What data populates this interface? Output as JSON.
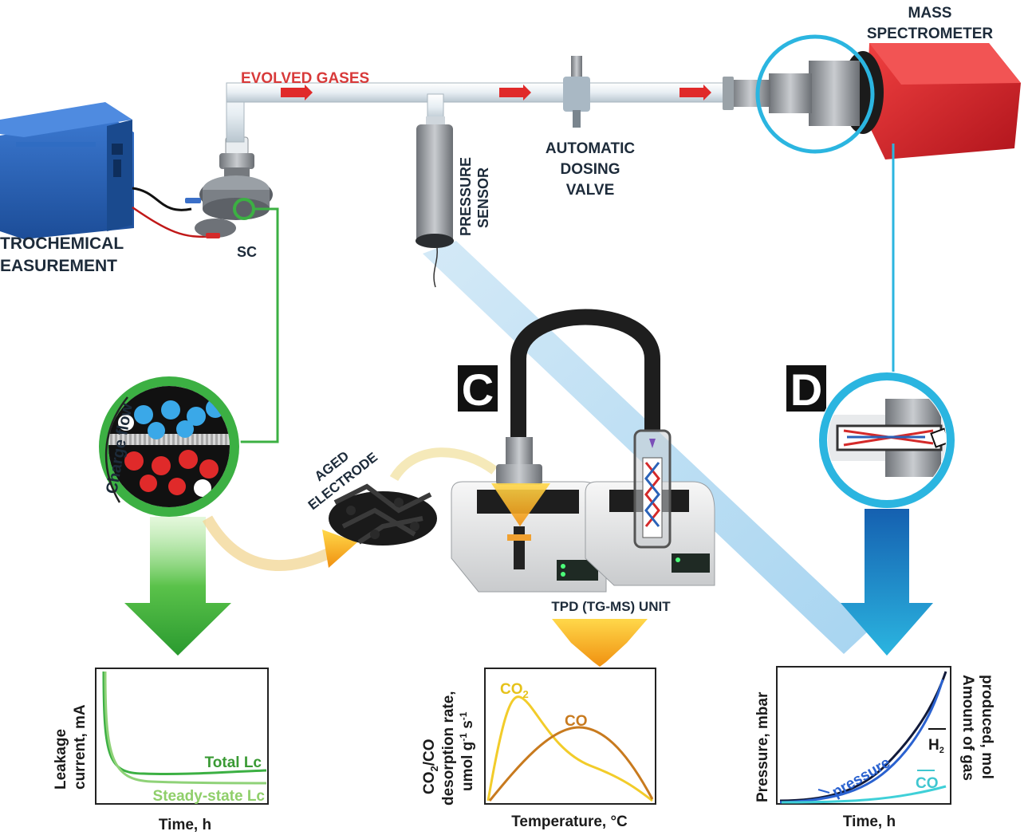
{
  "labels": {
    "electrochemical_line1": "TROCHEMICAL",
    "electrochemical_line2": "EASUREMENT",
    "sc": "SC",
    "evolved_gases": "EVOLVED GASES",
    "pressure_sensor_line1": "PRESSURE",
    "pressure_sensor_line2": "SENSOR",
    "dosing_line1": "AUTOMATIC",
    "dosing_line2": "DOSING",
    "dosing_line3": "VALVE",
    "mass_line1": "MASS",
    "mass_line2": "SPECTROMETER",
    "charge_flow": "Charge flow",
    "aged_line1": "AGED",
    "aged_line2": "ELECTRODE",
    "tpd_unit": "TPD (TG-MS) UNIT",
    "panel_c": "C",
    "panel_d": "D"
  },
  "colors": {
    "green": "#3cb043",
    "cyan": "#2bb5e0",
    "red_device": "#d8262e",
    "blue_device": "#2a62b8",
    "orange": "#f0a818"
  },
  "charts": {
    "leakage": {
      "ylabel_line1": "Leakage",
      "ylabel_line2": "current, mA",
      "xlabel": "Time, h",
      "legend_total": "Total Lc",
      "legend_steady": "Steady-state Lc"
    },
    "desorption": {
      "ylabel_line1": "CO",
      "ylabel_sub": "2",
      "ylabel_line1_rest": "/CO",
      "ylabel_line2": "desorption rate,",
      "ylabel_line3": "umol g",
      "ylabel_sup1": "-1",
      "ylabel_mid": " s",
      "ylabel_sup2": "-1",
      "xlabel": "Temperature, °C",
      "series_co2": "CO",
      "series_co2_sub": "2",
      "series_co": "CO"
    },
    "pressure": {
      "ylabel_left": "Pressure, mbar",
      "ylabel_right_line1": "Amount of gas",
      "ylabel_right_line2": "produced, mol",
      "xlabel": "Time, h",
      "series_pressure": "pressure",
      "series_h2": "H",
      "series_h2_sub": "2",
      "series_co": "CO"
    }
  }
}
